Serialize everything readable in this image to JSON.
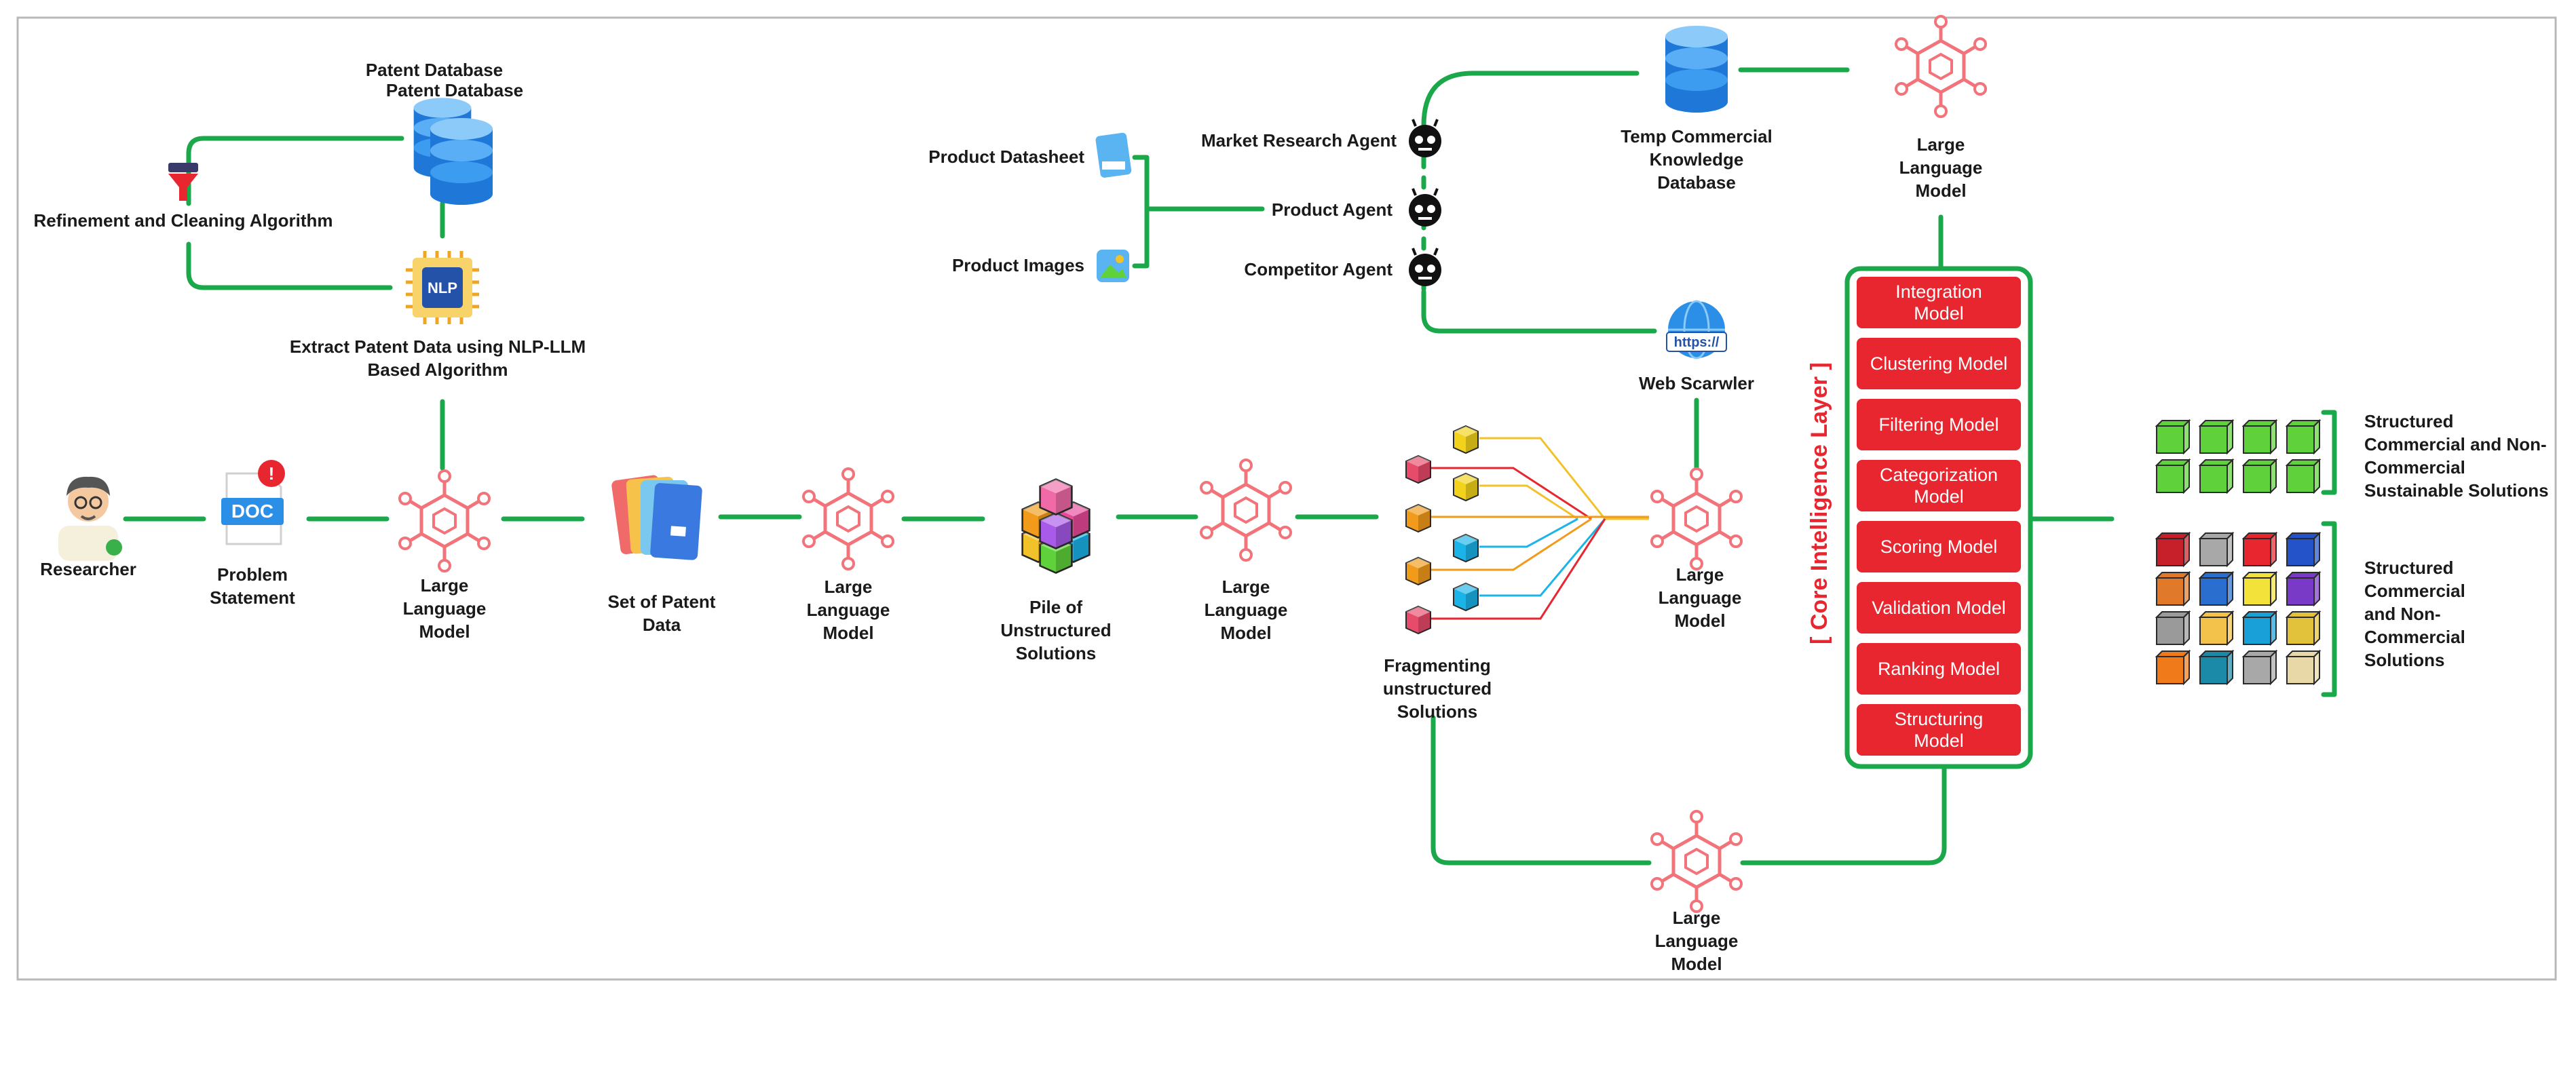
{
  "colors": {
    "connector": "#1aa84a",
    "llm_icon": "#f2737a",
    "model_box": "#e8262f",
    "model_box_border": "#ffffff",
    "core_frame": "#1aa84a",
    "core_label": "#e8262f",
    "database": "#2b8fe8",
    "bracket": "#1aa84a"
  },
  "icons": {
    "llm": "neural-network-icon",
    "database": "database-stack-icon",
    "agent": "robot-agent-icon",
    "nlp": "nlp-chip-icon",
    "filter": "filter-funnel-icon",
    "researcher": "researcher-person-icon",
    "doc": "document-alert-icon",
    "folders": "patent-folders-icon",
    "cubes": "cube-pile-icon",
    "web": "globe-https-icon",
    "datasheet": "datasheet-icon",
    "images": "image-gallery-icon"
  },
  "labels": {
    "patent_db_1": "Patent Database",
    "patent_db_2": "Patent Database",
    "refinement": "Refinement and Cleaning Algorithm",
    "extract_1": "Extract Patent Data using NLP-LLM",
    "extract_2": "Based Algorithm",
    "nlp_chip": "NLP",
    "researcher": "Researcher",
    "problem_1": "Problem",
    "problem_2": "Statement",
    "doc_text": "DOC",
    "llm_1": "Large",
    "llm_2": "Language",
    "llm_3": "Model",
    "patent_set_1": "Set of Patent",
    "patent_set_2": "Data",
    "pile_1": "Pile of",
    "pile_2": "Unstructured",
    "pile_3": "Solutions",
    "fragmenting_1": "Fragmenting",
    "fragmenting_2": "unstructured",
    "fragmenting_3": "Solutions",
    "product_datasheet": "Product Datasheet",
    "product_images": "Product Images",
    "market_agent": "Market Research Agent",
    "product_agent": "Product Agent",
    "competitor_agent": "Competitor Agent",
    "temp_db_1": "Temp Commercial",
    "temp_db_2": "Knowledge",
    "temp_db_3": "Database",
    "web_text": "https://",
    "web_crawler": "Web Scarwler",
    "core_layer": "[ Core Intelligence Layer ]",
    "sustainable_1": "Structured",
    "sustainable_2": "Commercial and Non-",
    "sustainable_3": "Commercial",
    "sustainable_4": "Sustainable Solutions",
    "structured_1": "Structured",
    "structured_2": "Commercial",
    "structured_3": "and Non-",
    "structured_4": "Commercial",
    "structured_5": "Solutions"
  },
  "models": [
    [
      "Integration",
      "Model"
    ],
    [
      "Clustering Model"
    ],
    [
      "Filtering Model"
    ],
    [
      "Categorization",
      "Model"
    ],
    [
      "Scoring Model"
    ],
    [
      "Validation Model"
    ],
    [
      "Ranking Model"
    ],
    [
      "Structuring",
      "Model"
    ]
  ],
  "grids": {
    "sustainable": [
      "#5fd13a",
      "#5fd13a",
      "#5fd13a",
      "#5fd13a",
      "#5fd13a",
      "#5fd13a",
      "#5fd13a",
      "#5fd13a"
    ],
    "structured": [
      "#c8202a",
      "#a8a8a8",
      "#e8262f",
      "#2452c8",
      "#e07a2a",
      "#2a6fd0",
      "#f2e23a",
      "#7a3ac8",
      "#9a9a9a",
      "#f2c24a",
      "#1aa0d8",
      "#e2c23a",
      "#f07a1a",
      "#1a8aa8",
      "#a8a8a8",
      "#e8d8a8"
    ]
  },
  "fragment_colors": {
    "cubes": [
      "#f2d21a",
      "#f2d21a",
      "#e84a6a",
      "#f29a1a",
      "#1ab4e8",
      "#f29a1a",
      "#1ab4e8",
      "#e84a6a"
    ],
    "lines": [
      "#f2c22a",
      "#e8262f",
      "#1ab4e8",
      "#f29a1a"
    ]
  }
}
